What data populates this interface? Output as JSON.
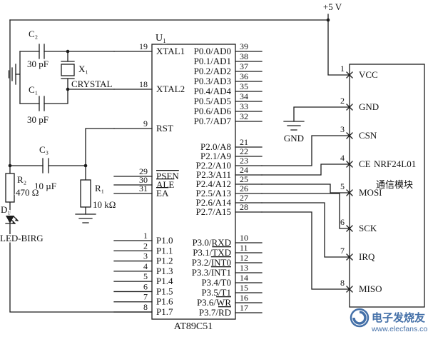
{
  "power": {
    "vcc_label": "+5 V",
    "gnd_label": "GND"
  },
  "chip": {
    "designator": "U₁",
    "part": "AT89C51",
    "left_groups": [
      {
        "pins": [
          {
            "num": "19",
            "label": [
              {
                "t": "XTAL1"
              }
            ]
          },
          {
            "num": "18",
            "label": [
              {
                "t": "XTAL2"
              }
            ]
          }
        ]
      },
      {
        "pins": [
          {
            "num": "9",
            "label": [
              {
                "t": "RST"
              }
            ]
          }
        ]
      },
      {
        "pins": [
          {
            "num": "29",
            "label": [
              {
                "t": "PSEN",
                "o": true
              }
            ]
          },
          {
            "num": "30",
            "label": [
              {
                "t": "ALE",
                "o": true
              }
            ]
          },
          {
            "num": "31",
            "label": [
              {
                "t": "EA",
                "o": true
              }
            ]
          }
        ]
      },
      {
        "pins": [
          {
            "num": "1",
            "label": [
              {
                "t": "P1.0"
              }
            ]
          },
          {
            "num": "2",
            "label": [
              {
                "t": "P1.1"
              }
            ]
          },
          {
            "num": "3",
            "label": [
              {
                "t": "P1.2"
              }
            ]
          },
          {
            "num": "4",
            "label": [
              {
                "t": "P1.3"
              }
            ]
          },
          {
            "num": "5",
            "label": [
              {
                "t": "P1.4"
              }
            ]
          },
          {
            "num": "6",
            "label": [
              {
                "t": "P1.5"
              }
            ]
          },
          {
            "num": "7",
            "label": [
              {
                "t": "P1.6"
              }
            ]
          },
          {
            "num": "8",
            "label": [
              {
                "t": "P1.7"
              }
            ]
          }
        ]
      }
    ],
    "right_groups": [
      {
        "pins": [
          {
            "num": "39",
            "label": [
              {
                "t": "P0.0/AD0"
              }
            ]
          },
          {
            "num": "38",
            "label": [
              {
                "t": "P0.1/AD1"
              }
            ]
          },
          {
            "num": "37",
            "label": [
              {
                "t": "P0.2/AD2"
              }
            ]
          },
          {
            "num": "36",
            "label": [
              {
                "t": "P0.3/AD3"
              }
            ]
          },
          {
            "num": "35",
            "label": [
              {
                "t": "P0.4/AD4"
              }
            ]
          },
          {
            "num": "34",
            "label": [
              {
                "t": "P0.5/AD5"
              }
            ]
          },
          {
            "num": "33",
            "label": [
              {
                "t": "P0.6/AD6"
              }
            ]
          },
          {
            "num": "32",
            "label": [
              {
                "t": "P0.7/AD7"
              }
            ]
          }
        ]
      },
      {
        "pins": [
          {
            "num": "21",
            "label": [
              {
                "t": "P2.0/A8"
              }
            ]
          },
          {
            "num": "22",
            "label": [
              {
                "t": "P2.1/A9"
              }
            ]
          },
          {
            "num": "23",
            "label": [
              {
                "t": "P2.2/A10"
              }
            ]
          },
          {
            "num": "24",
            "label": [
              {
                "t": "P2.3/A11"
              }
            ]
          },
          {
            "num": "25",
            "label": [
              {
                "t": "P2.4/A12"
              }
            ]
          },
          {
            "num": "26",
            "label": [
              {
                "t": "P2.5/A13"
              }
            ]
          },
          {
            "num": "27",
            "label": [
              {
                "t": "P2.6/A14"
              }
            ]
          },
          {
            "num": "28",
            "label": [
              {
                "t": "P2.7/A15"
              }
            ]
          }
        ]
      },
      {
        "pins": [
          {
            "num": "10",
            "label": [
              {
                "t": "P3.0/RXD"
              }
            ]
          },
          {
            "num": "11",
            "label": [
              {
                "t": "P3.1/"
              },
              {
                "t": "TXD",
                "o": true
              }
            ]
          },
          {
            "num": "12",
            "label": [
              {
                "t": "P3.2/"
              },
              {
                "t": "INT0",
                "o": true
              }
            ]
          },
          {
            "num": "13",
            "label": [
              {
                "t": "P3.3/"
              },
              {
                "t": "INT1",
                "o": true
              }
            ]
          },
          {
            "num": "14",
            "label": [
              {
                "t": "P3.4/T0"
              }
            ]
          },
          {
            "num": "15",
            "label": [
              {
                "t": "P3.5/T1"
              }
            ]
          },
          {
            "num": "16",
            "label": [
              {
                "t": "P3.6/"
              },
              {
                "t": "WR",
                "o": true
              }
            ]
          },
          {
            "num": "17",
            "label": [
              {
                "t": "P3.7/"
              },
              {
                "t": "RD",
                "o": true
              }
            ]
          }
        ]
      }
    ]
  },
  "module": {
    "name": "NRF24L01",
    "subtitle": "通信模块",
    "pins": [
      {
        "num": "1",
        "label": "VCC"
      },
      {
        "num": "2",
        "label": "GND"
      },
      {
        "num": "3",
        "label": "CSN"
      },
      {
        "num": "4",
        "label": "CE"
      },
      {
        "num": "5",
        "label": "MOSI"
      },
      {
        "num": "6",
        "label": "SCK"
      },
      {
        "num": "7",
        "label": "IRQ"
      },
      {
        "num": "8",
        "label": "MISO"
      }
    ]
  },
  "components": {
    "c2": {
      "name": "C₂",
      "value": "30 pF"
    },
    "c1": {
      "name": "C₁",
      "value": "30 pF"
    },
    "x1": {
      "name": "X₁",
      "label": "CRYSTAL"
    },
    "c3": {
      "name": "C₃",
      "value": "10 µF"
    },
    "r1": {
      "name": "R₁",
      "value": "10 kΩ"
    },
    "r2": {
      "name": "R₂",
      "value": "470 Ω"
    },
    "d1": {
      "name": "D₁",
      "label": "LED-BIRG"
    }
  },
  "watermark": {
    "brand": "电子发烧友",
    "url": "www.elecfans.com"
  }
}
